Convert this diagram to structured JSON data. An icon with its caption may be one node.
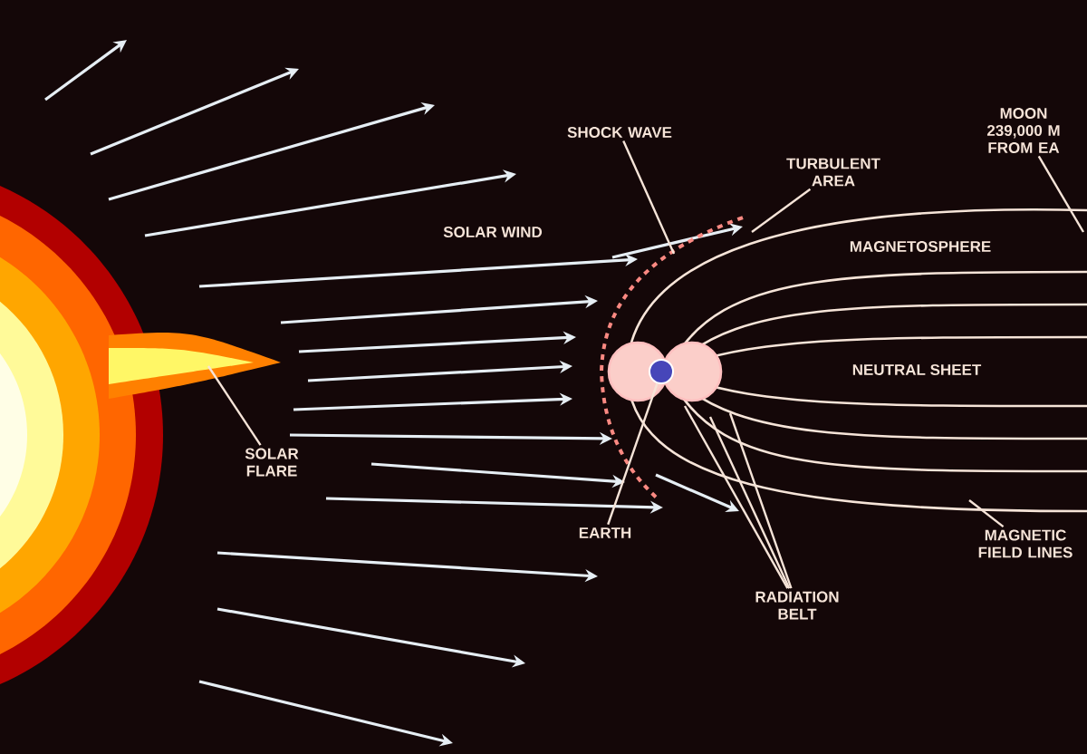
{
  "diagram": {
    "nodes": [
      {
        "text": [],
        "shape": "circle"
      },
      {
        "text": [
          "SHOCK WAVE"
        ]
      },
      {
        "text": [
          "TURBULENT AREA"
        ]
      },
      {
        "text": [
          "MOON 239,000 M FROM EA"
        ]
      },
      {
        "text": [
          "SOLAR FLARE"
        ]
      },
      {
        "text": [
          "EARTH"
        ]
      },
      {
        "text": [
          "RADIATION BELT"
        ]
      },
      {
        "text": [
          "MAGNETIC FIELD LINES"
        ]
      }
    ],
    "edges": [
      {
        "from": 1,
        "to": null,
        "arrow": "none"
      },
      {
        "from": 2,
        "to": null,
        "arrow": "none"
      },
      {
        "from": 3,
        "to": null,
        "arrow": "none"
      },
      {
        "from": 4,
        "to": null,
        "arrow": "none"
      },
      {
        "from": 5,
        "to": 0,
        "arrow": "none"
      },
      {
        "from": 6,
        "to": null,
        "arrow": "none"
      },
      {
        "from": 6,
        "to": null,
        "arrow": "none"
      },
      {
        "from": 6,
        "to": null,
        "arrow": "none"
      },
      {
        "from": 7,
        "to": null,
        "arrow": "none"
      }
    ],
    "labels": [
      "SOLAR WIND",
      "MAGNETOSPHERE",
      "NEUTRAL SHEET"
    ]
  }
}
